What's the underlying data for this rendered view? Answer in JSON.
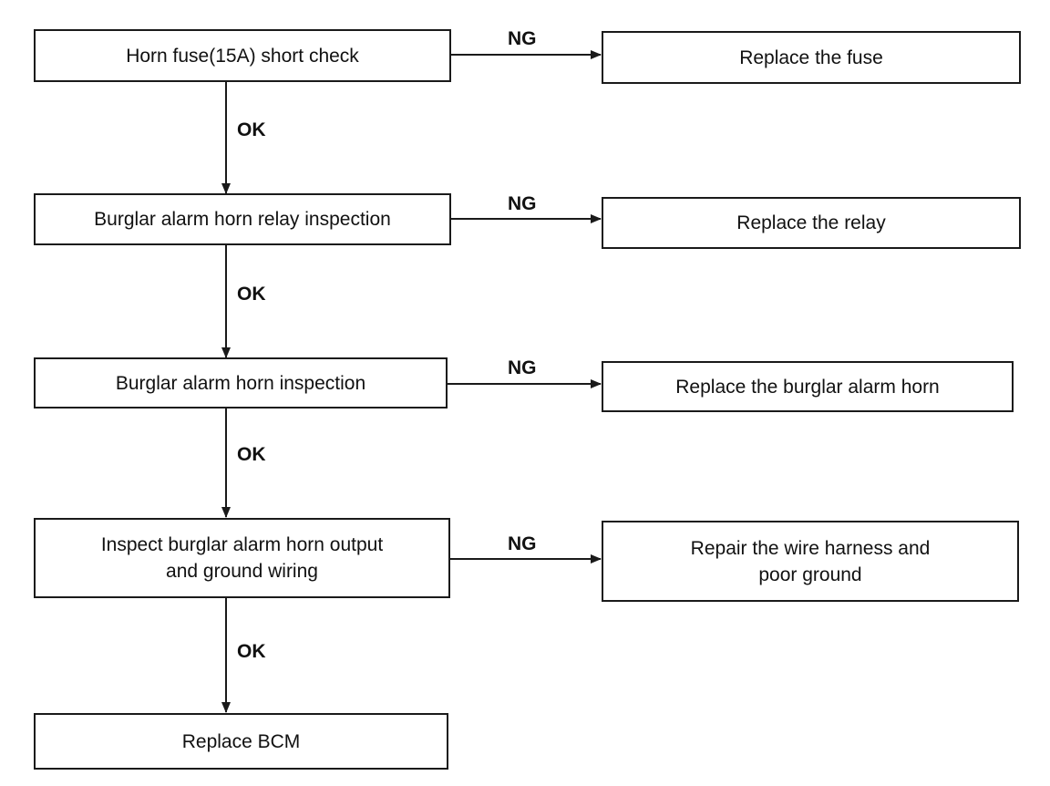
{
  "steps": [
    {
      "text": "Horn fuse(15A) short check",
      "yes_label": "OK",
      "no_label": "NG",
      "action": "Replace the fuse"
    },
    {
      "text": "Burglar alarm horn relay inspection",
      "yes_label": "OK",
      "no_label": "NG",
      "action": "Replace the relay"
    },
    {
      "text": "Burglar alarm horn inspection",
      "yes_label": "OK",
      "no_label": "NG",
      "action": "Replace the burglar alarm horn"
    },
    {
      "text": "Inspect burglar alarm horn output and ground wiring",
      "text_lines": [
        "Inspect burglar alarm horn output",
        "and ground wiring"
      ],
      "yes_label": "OK",
      "no_label": "NG",
      "action": "Repair the wire harness and poor ground",
      "action_lines": [
        "Repair the wire harness and",
        "poor ground"
      ]
    }
  ],
  "final": "Replace BCM",
  "colors": {
    "line": "#1a1a1a",
    "background": "#ffffff"
  }
}
